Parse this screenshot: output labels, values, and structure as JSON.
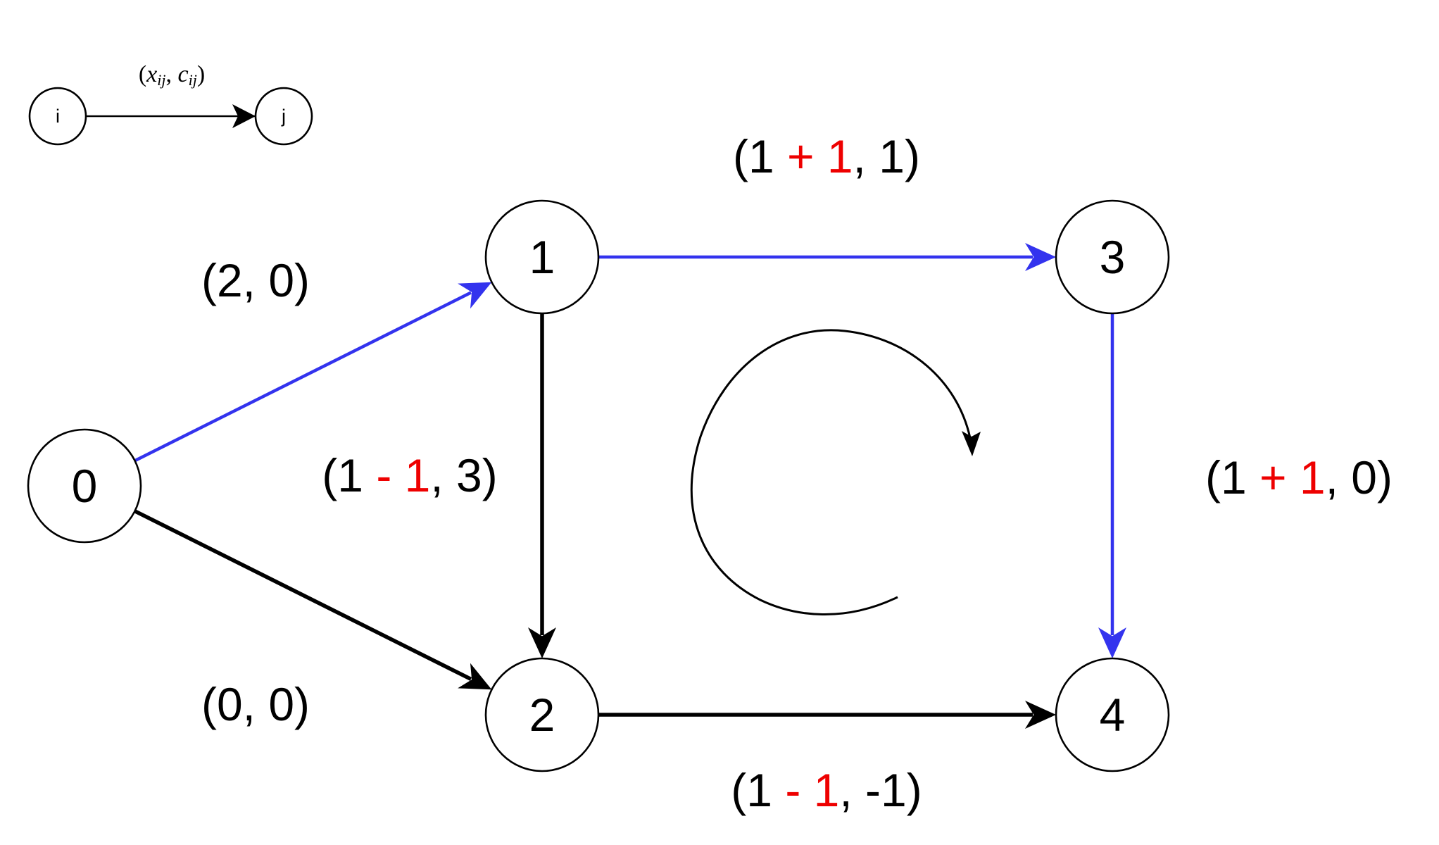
{
  "colors": {
    "flow_edge": "#3333ee",
    "normal_edge": "#000000",
    "delta": "#ee0000",
    "node_fill": "#ffffff",
    "node_stroke": "#000000"
  },
  "legend": {
    "from_node": "i",
    "to_node": "j",
    "label": {
      "open": "(",
      "x": "x",
      "x_sub": "ij",
      "comma": ", ",
      "c": "c",
      "c_sub": "ij",
      "close": ")"
    }
  },
  "nodes": [
    {
      "id": "0",
      "label": "0"
    },
    {
      "id": "1",
      "label": "1"
    },
    {
      "id": "2",
      "label": "2"
    },
    {
      "id": "3",
      "label": "3"
    },
    {
      "id": "4",
      "label": "4"
    }
  ],
  "edges": [
    {
      "id": "0-1",
      "from": "0",
      "to": "1",
      "style": "flow",
      "label": {
        "prefix": "(2, 0)",
        "op": "",
        "delta": "",
        "suffix": ""
      }
    },
    {
      "id": "0-2",
      "from": "0",
      "to": "2",
      "style": "normal",
      "label": {
        "prefix": "(0, 0)",
        "op": "",
        "delta": "",
        "suffix": ""
      }
    },
    {
      "id": "1-3",
      "from": "1",
      "to": "3",
      "style": "flow",
      "label": {
        "prefix": "(1 ",
        "op": "+",
        "delta": " 1",
        "suffix": ", 1)"
      }
    },
    {
      "id": "1-2",
      "from": "1",
      "to": "2",
      "style": "normal",
      "label": {
        "prefix": "(1 ",
        "op": "-",
        "delta": " 1",
        "suffix": ", 3)"
      }
    },
    {
      "id": "3-4",
      "from": "3",
      "to": "4",
      "style": "flow",
      "label": {
        "prefix": "(1 ",
        "op": "+",
        "delta": " 1",
        "suffix": ", 0)"
      }
    },
    {
      "id": "2-4",
      "from": "2",
      "to": "4",
      "style": "normal",
      "label": {
        "prefix": "(1 ",
        "op": "-",
        "delta": " 1",
        "suffix": ", -1)"
      }
    }
  ],
  "cycle_indicator": {
    "direction": "clockwise"
  }
}
